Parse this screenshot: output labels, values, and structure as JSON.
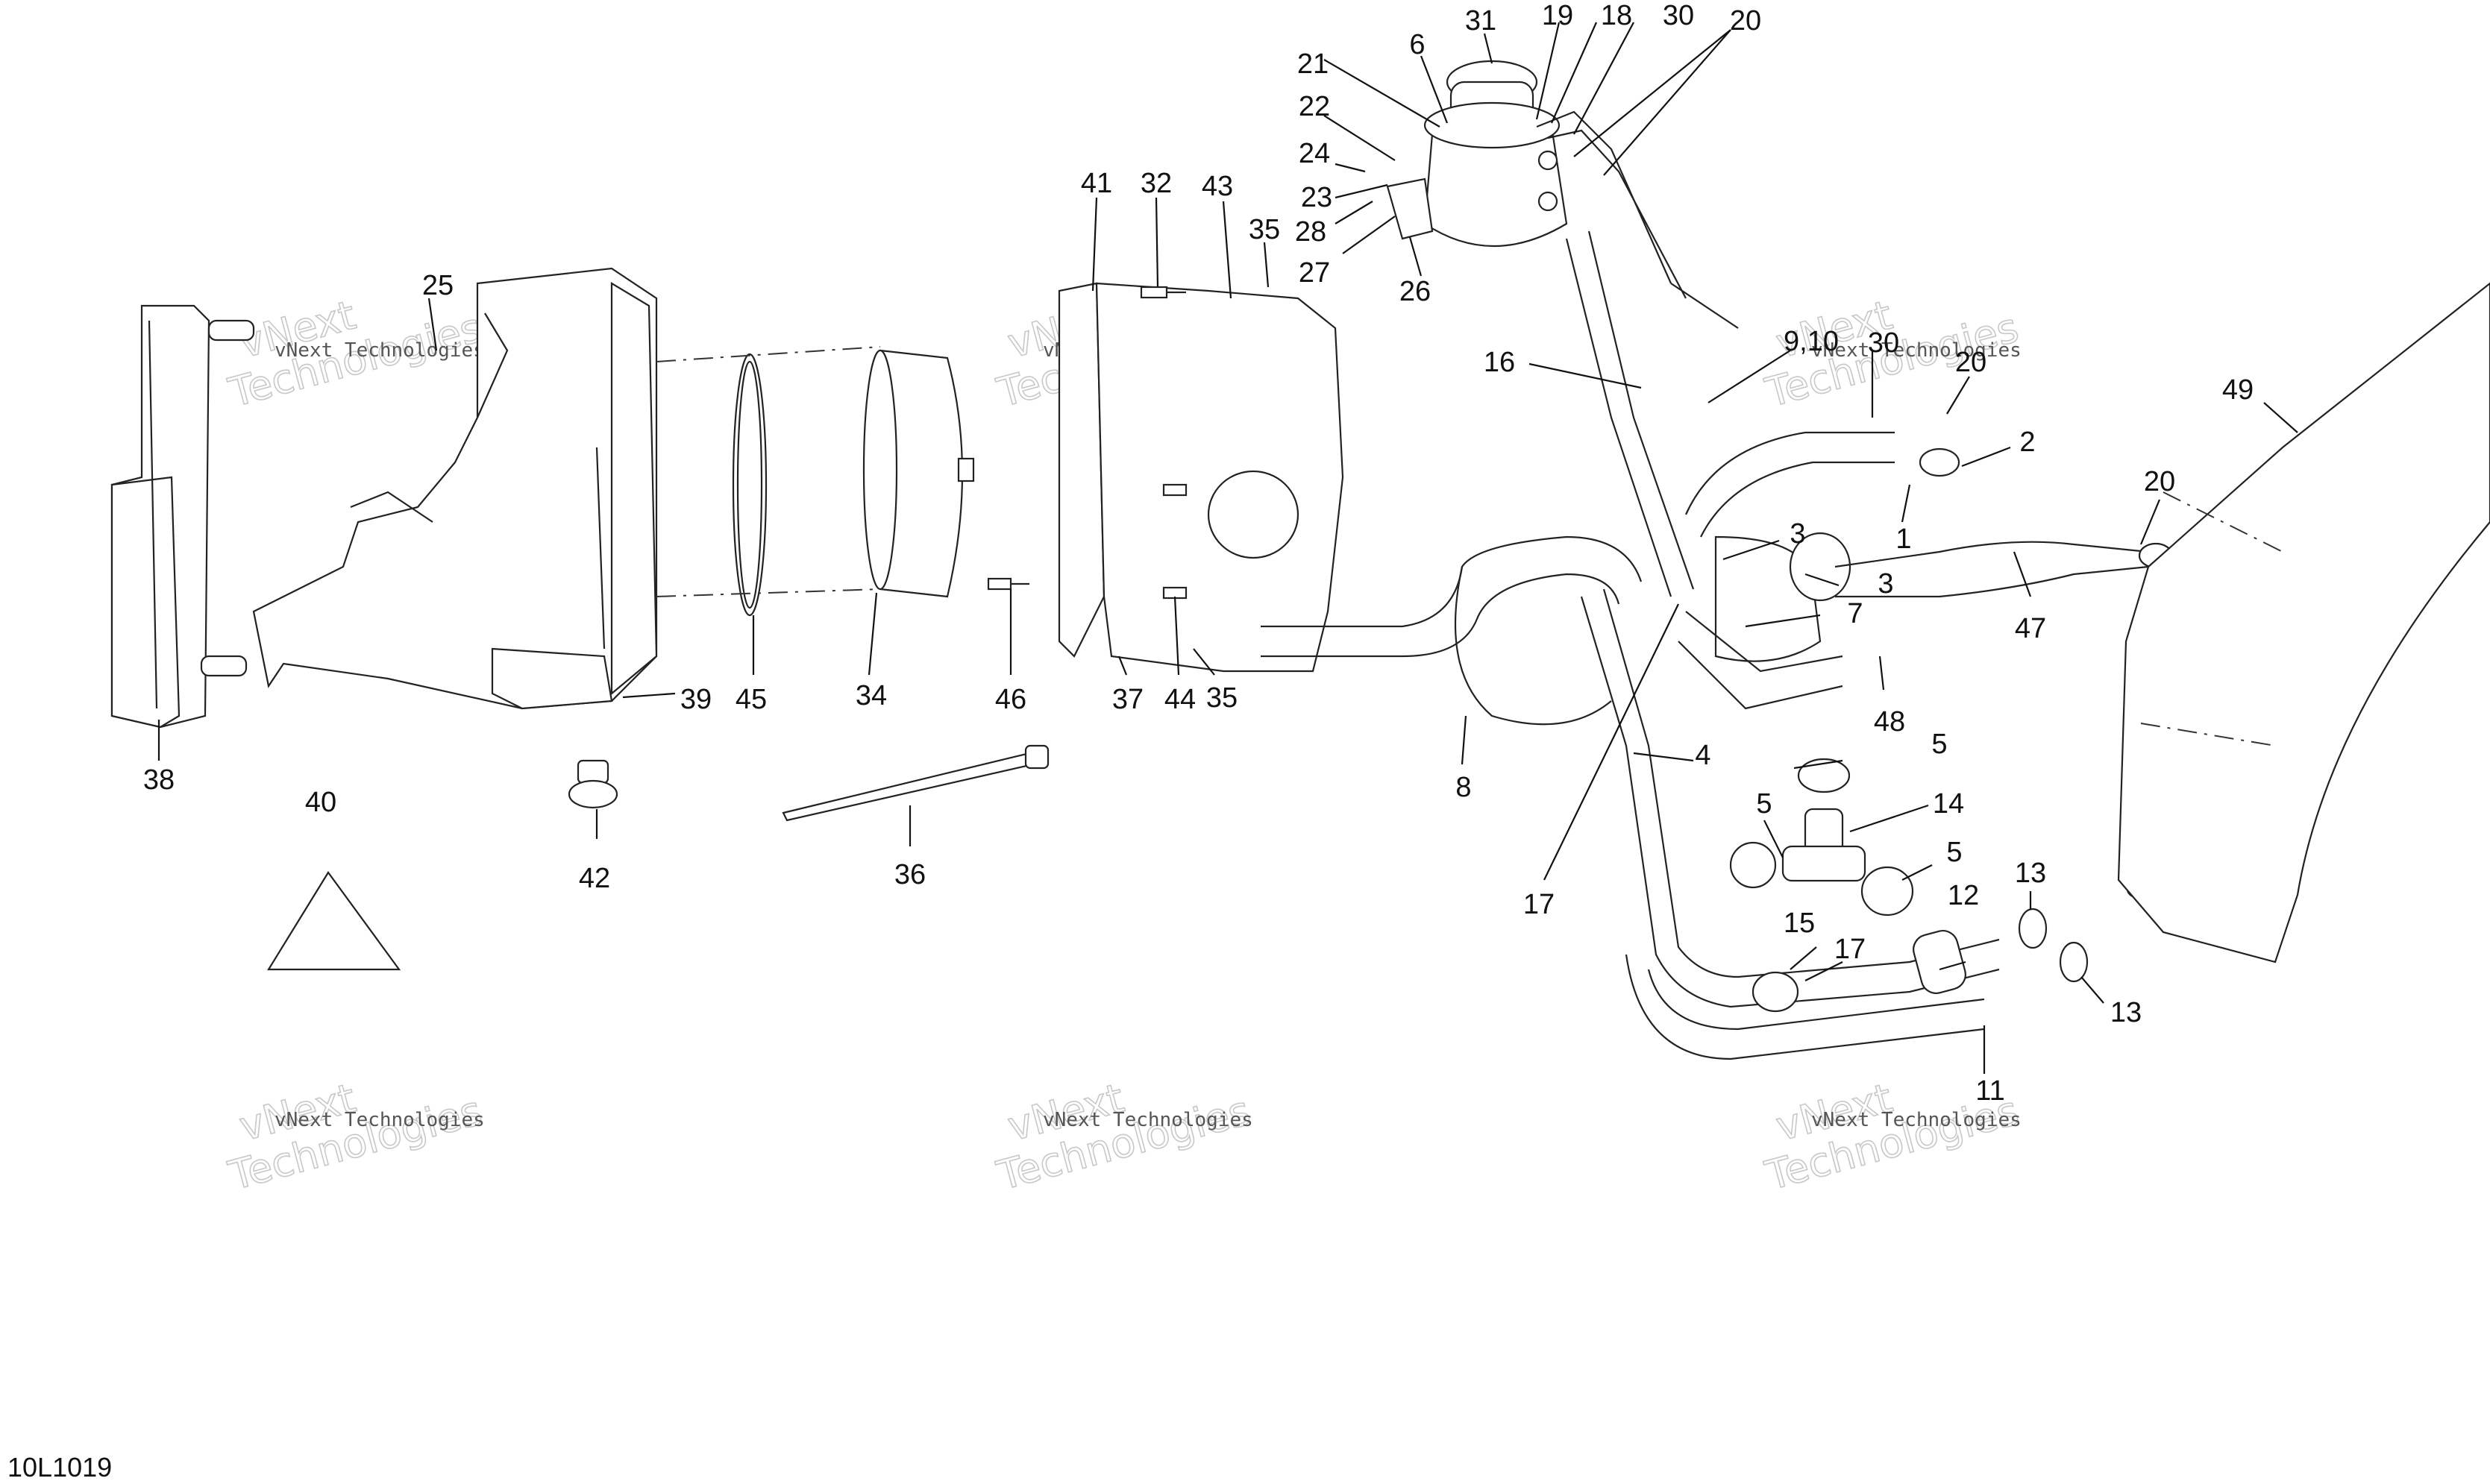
{
  "diagram": {
    "drawing_code": "10L1019",
    "watermark": {
      "line1": "vNext Technologies",
      "line2": "vNext",
      "line3": "Technologies"
    },
    "callouts": [
      {
        "id": "c31",
        "label": "31"
      },
      {
        "id": "c6",
        "label": "6"
      },
      {
        "id": "c21",
        "label": "21"
      },
      {
        "id": "c22",
        "label": "22"
      },
      {
        "id": "c24",
        "label": "24"
      },
      {
        "id": "c23",
        "label": "23"
      },
      {
        "id": "c28",
        "label": "28"
      },
      {
        "id": "c27",
        "label": "27"
      },
      {
        "id": "c26",
        "label": "26"
      },
      {
        "id": "c19",
        "label": "19"
      },
      {
        "id": "c18",
        "label": "18"
      },
      {
        "id": "c30a",
        "label": "30"
      },
      {
        "id": "c20a",
        "label": "20"
      },
      {
        "id": "c16",
        "label": "16"
      },
      {
        "id": "c910",
        "label": "9,10"
      },
      {
        "id": "c30b",
        "label": "30"
      },
      {
        "id": "c20b",
        "label": "20"
      },
      {
        "id": "c2",
        "label": "2"
      },
      {
        "id": "c1",
        "label": "1"
      },
      {
        "id": "c3a",
        "label": "3"
      },
      {
        "id": "c3b",
        "label": "3"
      },
      {
        "id": "c7",
        "label": "7"
      },
      {
        "id": "c20c",
        "label": "20"
      },
      {
        "id": "c47",
        "label": "47"
      },
      {
        "id": "c48",
        "label": "48"
      },
      {
        "id": "c49",
        "label": "49"
      },
      {
        "id": "c41",
        "label": "41"
      },
      {
        "id": "c32",
        "label": "32"
      },
      {
        "id": "c43",
        "label": "43"
      },
      {
        "id": "c35a",
        "label": "35"
      },
      {
        "id": "c25",
        "label": "25"
      },
      {
        "id": "c38",
        "label": "38"
      },
      {
        "id": "c39",
        "label": "39"
      },
      {
        "id": "c45",
        "label": "45"
      },
      {
        "id": "c34",
        "label": "34"
      },
      {
        "id": "c46",
        "label": "46"
      },
      {
        "id": "c37",
        "label": "37"
      },
      {
        "id": "c44",
        "label": "44"
      },
      {
        "id": "c35b",
        "label": "35"
      },
      {
        "id": "c8",
        "label": "8"
      },
      {
        "id": "c40",
        "label": "40"
      },
      {
        "id": "c42",
        "label": "42"
      },
      {
        "id": "c36",
        "label": "36"
      },
      {
        "id": "c4",
        "label": "4"
      },
      {
        "id": "c17a",
        "label": "17"
      },
      {
        "id": "c5a",
        "label": "5"
      },
      {
        "id": "c5b",
        "label": "5"
      },
      {
        "id": "c14",
        "label": "14"
      },
      {
        "id": "c5c",
        "label": "5"
      },
      {
        "id": "c15",
        "label": "15"
      },
      {
        "id": "c17b",
        "label": "17"
      },
      {
        "id": "c12",
        "label": "12"
      },
      {
        "id": "c13a",
        "label": "13"
      },
      {
        "id": "c13b",
        "label": "13"
      },
      {
        "id": "c11",
        "label": "11"
      }
    ]
  }
}
